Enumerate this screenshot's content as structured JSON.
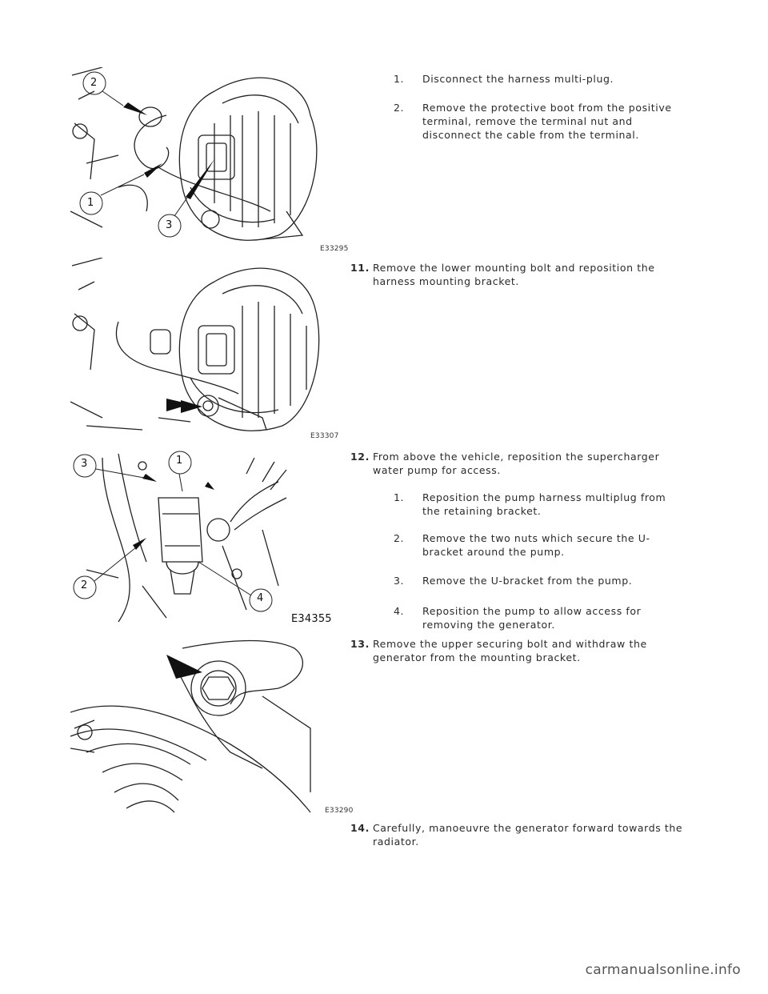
{
  "figures": [
    {
      "code": "E33295",
      "callouts": [
        "2",
        "1",
        "3"
      ]
    },
    {
      "code": "E33307",
      "callouts": []
    },
    {
      "code": "E34355",
      "callouts": [
        "3",
        "1",
        "2",
        "4"
      ]
    },
    {
      "code": "E33290",
      "callouts": []
    }
  ],
  "steps": {
    "s10_subs": [
      {
        "n": "1.",
        "text": "Disconnect the harness multi-plug."
      },
      {
        "n": "2.",
        "text": "Remove the protective boot from the positive terminal, remove the terminal nut and disconnect the cable from the terminal."
      }
    ],
    "s11": {
      "n": "11.",
      "text": "Remove the lower mounting bolt and reposition the harness mounting bracket."
    },
    "s12": {
      "n": "12.",
      "text": "From above the vehicle, reposition the supercharger water pump for access."
    },
    "s12_subs": [
      {
        "n": "1.",
        "text": "Reposition the pump harness multiplug from the retaining bracket."
      },
      {
        "n": "2.",
        "text": "Remove the two nuts which secure the U-bracket around the pump."
      },
      {
        "n": "3.",
        "text": "Remove the U-bracket from the pump."
      },
      {
        "n": "4.",
        "text": "Reposition the pump to allow access for removing the generator."
      }
    ],
    "s13": {
      "n": "13.",
      "text": "Remove the upper securing bolt and withdraw the generator from the mounting bracket."
    },
    "s14": {
      "n": "14.",
      "text": "Carefully, manoeuvre the generator forward towards the radiator."
    }
  },
  "footer": {
    "watermark": "carmanualsonline.info"
  }
}
